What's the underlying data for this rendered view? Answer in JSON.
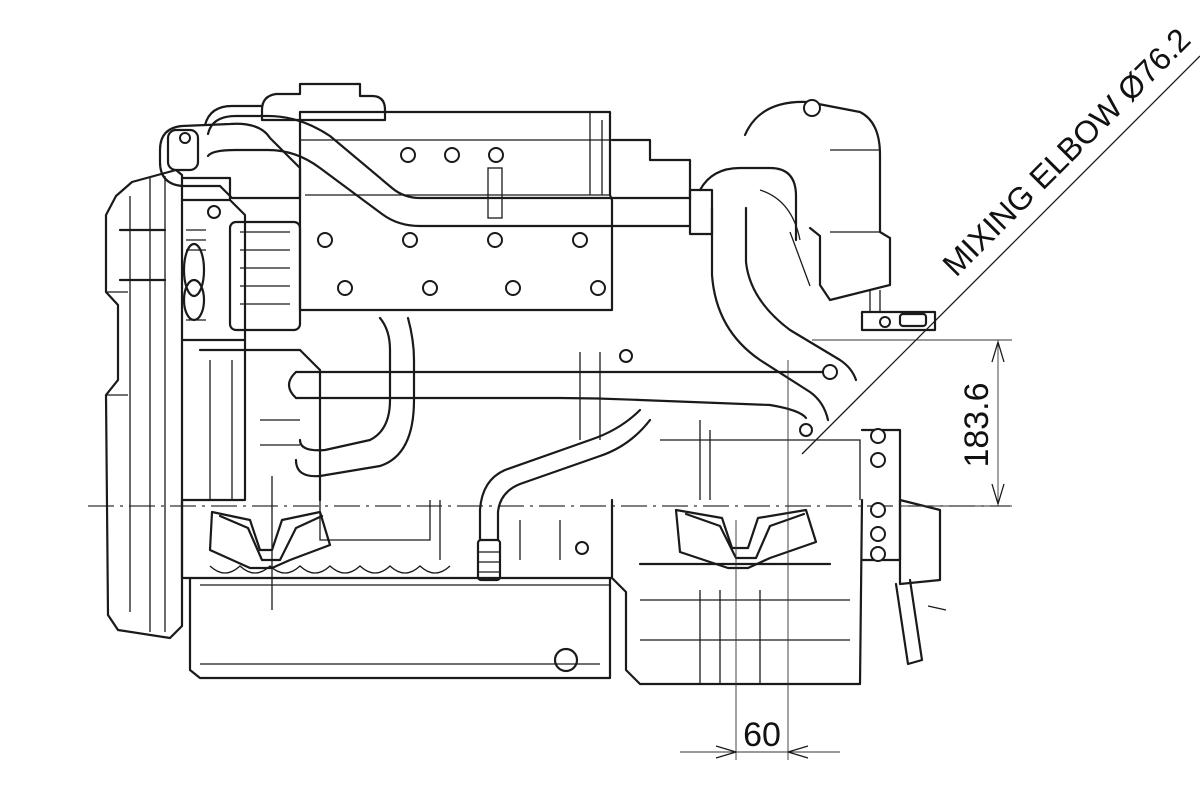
{
  "callout": {
    "text": "MIXING ELBOW Ø76.2"
  },
  "dimensions": {
    "vertical": "183.6",
    "horizontal": "60"
  }
}
